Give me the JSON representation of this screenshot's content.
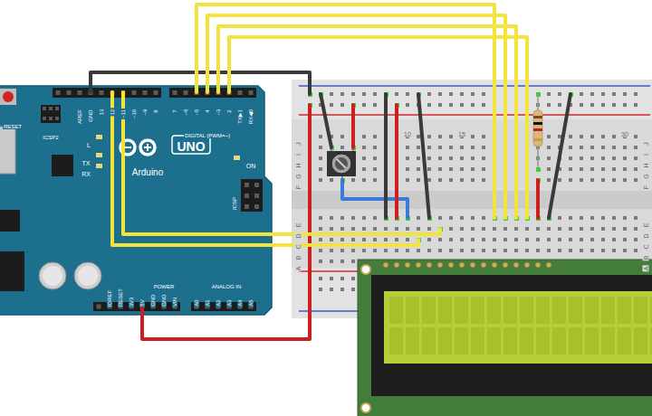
{
  "diagram": {
    "labels": [
      "RESET",
      "ICSP2",
      "AREF",
      "GND",
      "13",
      "12",
      "~11",
      "~10",
      "~9",
      "8",
      "7",
      "~6",
      "~5",
      "4",
      "~3",
      "2",
      "TX▶1",
      "RX◀0",
      "DIGITAL (PWM=~)",
      "L",
      "TX",
      "RX",
      "UNO",
      "Arduino",
      "ON",
      "ICSP",
      "IOREF",
      "RESET",
      "3V3",
      "5V",
      "GND",
      "GND",
      "VIN",
      "POWER",
      "ANALOG IN",
      "A0",
      "A1",
      "A2",
      "A3",
      "A4",
      "A5",
      "10",
      "15",
      "30",
      "J",
      "I",
      "H",
      "G",
      "F",
      "E",
      "D",
      "C",
      "B",
      "A",
      "J",
      "I",
      "H",
      "G",
      "F",
      "E",
      "D",
      "C",
      "B",
      "A"
    ]
  }
}
